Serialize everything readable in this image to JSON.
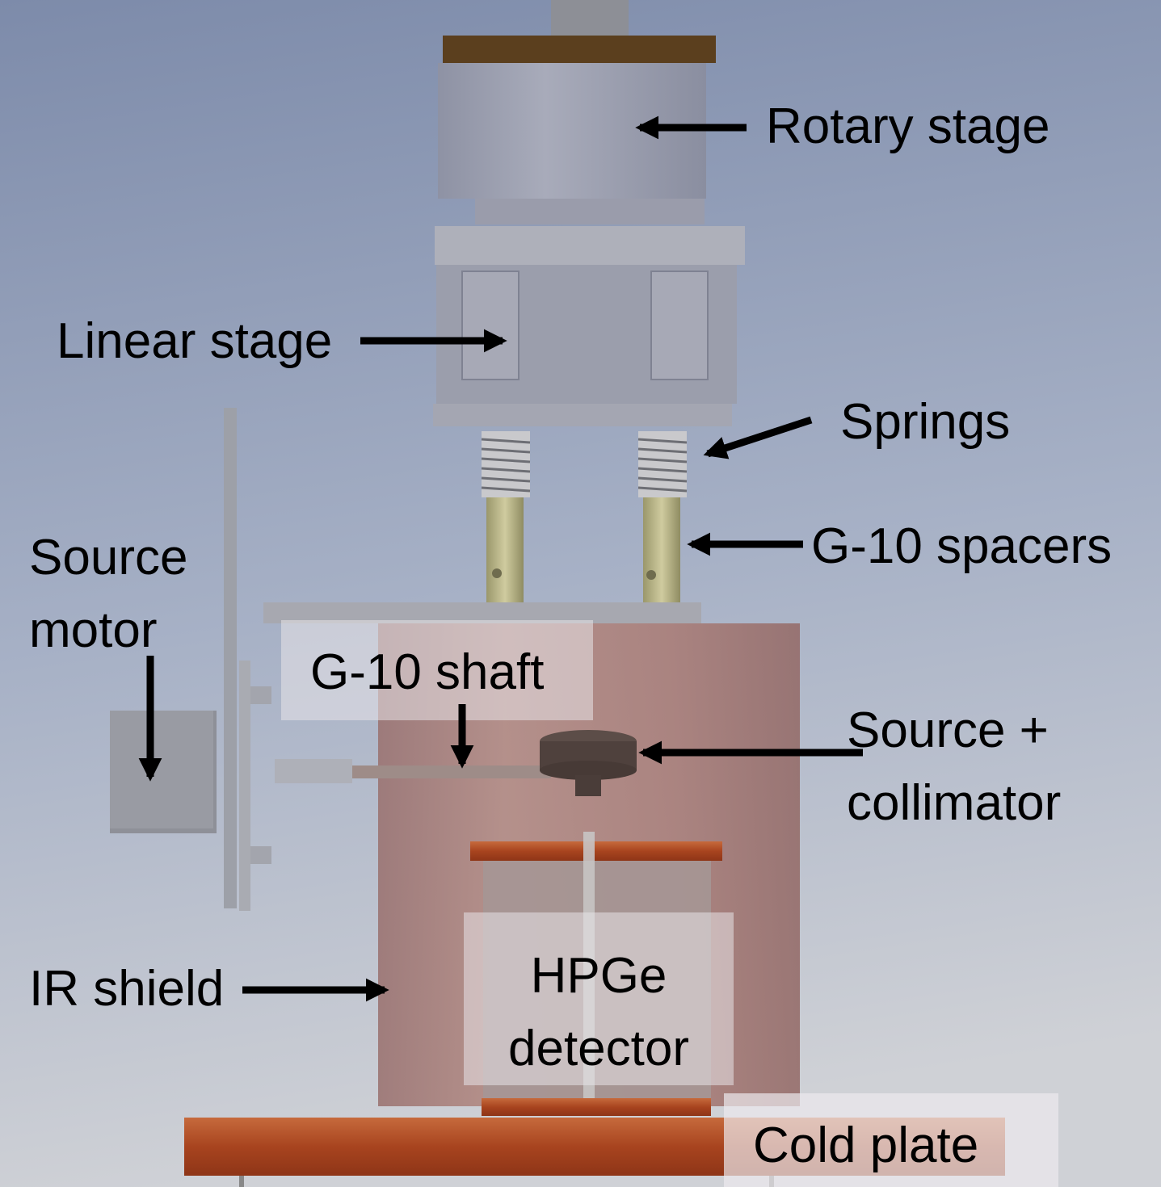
{
  "labels": {
    "rotary_stage": "Rotary stage",
    "linear_stage": "Linear stage",
    "springs": "Springs",
    "g10_spacers": "G-10 spacers",
    "source_motor": [
      "Source",
      "motor"
    ],
    "g10_shaft": "G-10 shaft",
    "source_collimator": [
      "Source +",
      "collimator"
    ],
    "hpge_detector": [
      "HPGe",
      "detector"
    ],
    "ir_shield": "IR shield",
    "cold_plate": "Cold plate"
  },
  "colors": {
    "background_top": "#7f8dab",
    "background_bottom": "#c9ccd3",
    "copper": "#b8542e",
    "gray_metal": "#9a9ca6",
    "bronze": "#5b3f1e",
    "g10": "#bdb98c"
  }
}
